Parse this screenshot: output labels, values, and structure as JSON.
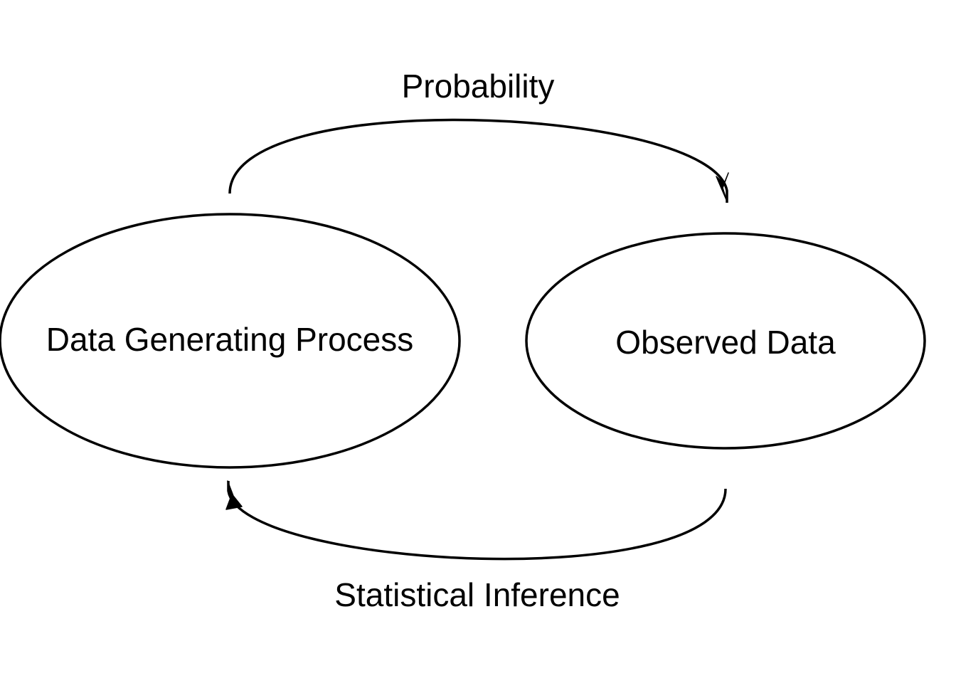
{
  "nodes": {
    "dgp": {
      "label": "Data Generating Process"
    },
    "observed": {
      "label": "Observed Data"
    }
  },
  "edges": {
    "probability": {
      "label": "Probability",
      "from": "Data Generating Process",
      "to": "Observed Data"
    },
    "inference": {
      "label": "Statistical Inference",
      "from": "Observed Data",
      "to": "Data Generating Process"
    }
  },
  "colors": {
    "stroke": "#000000",
    "background": "#ffffff"
  }
}
